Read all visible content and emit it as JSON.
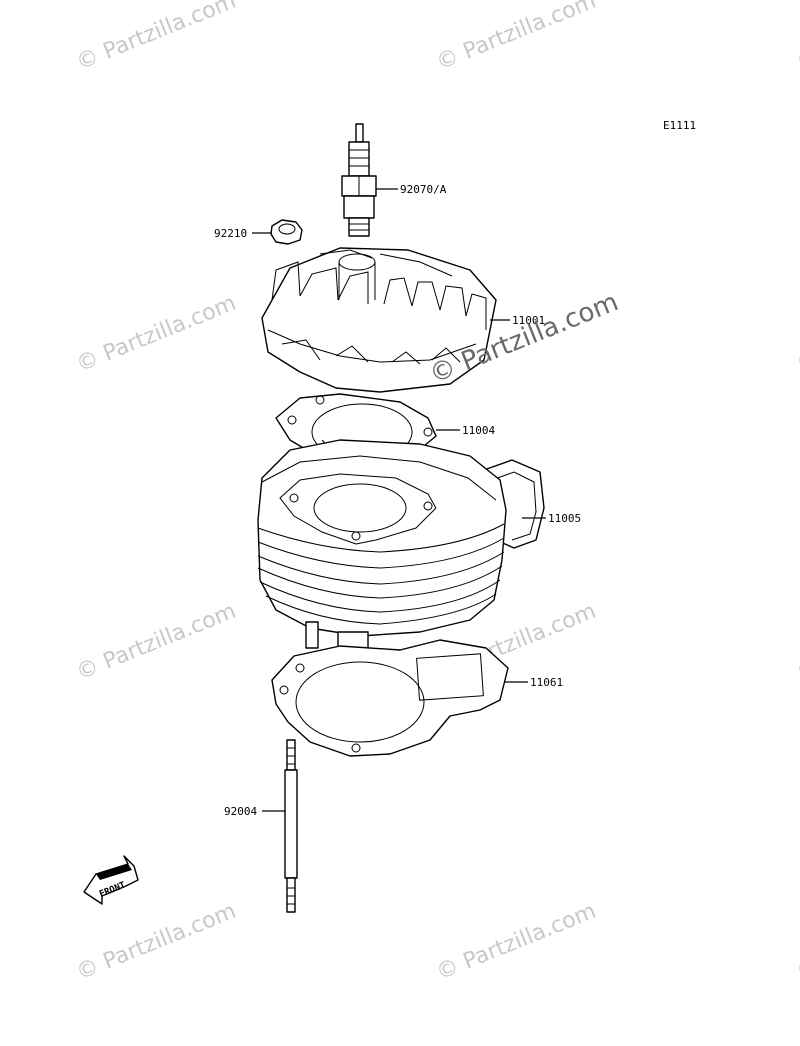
{
  "diagram": {
    "code": "E1111",
    "watermark": "© Partzilla.com",
    "front_label": "FRONT",
    "parts": [
      {
        "key": "spark_plug",
        "number": "92070/A"
      },
      {
        "key": "nut",
        "number": "92210"
      },
      {
        "key": "cylinder_head",
        "number": "11001"
      },
      {
        "key": "head_gasket",
        "number": "11004"
      },
      {
        "key": "cylinder",
        "number": "11005"
      },
      {
        "key": "base_gasket",
        "number": "11061"
      },
      {
        "key": "stud",
        "number": "92004"
      }
    ]
  }
}
